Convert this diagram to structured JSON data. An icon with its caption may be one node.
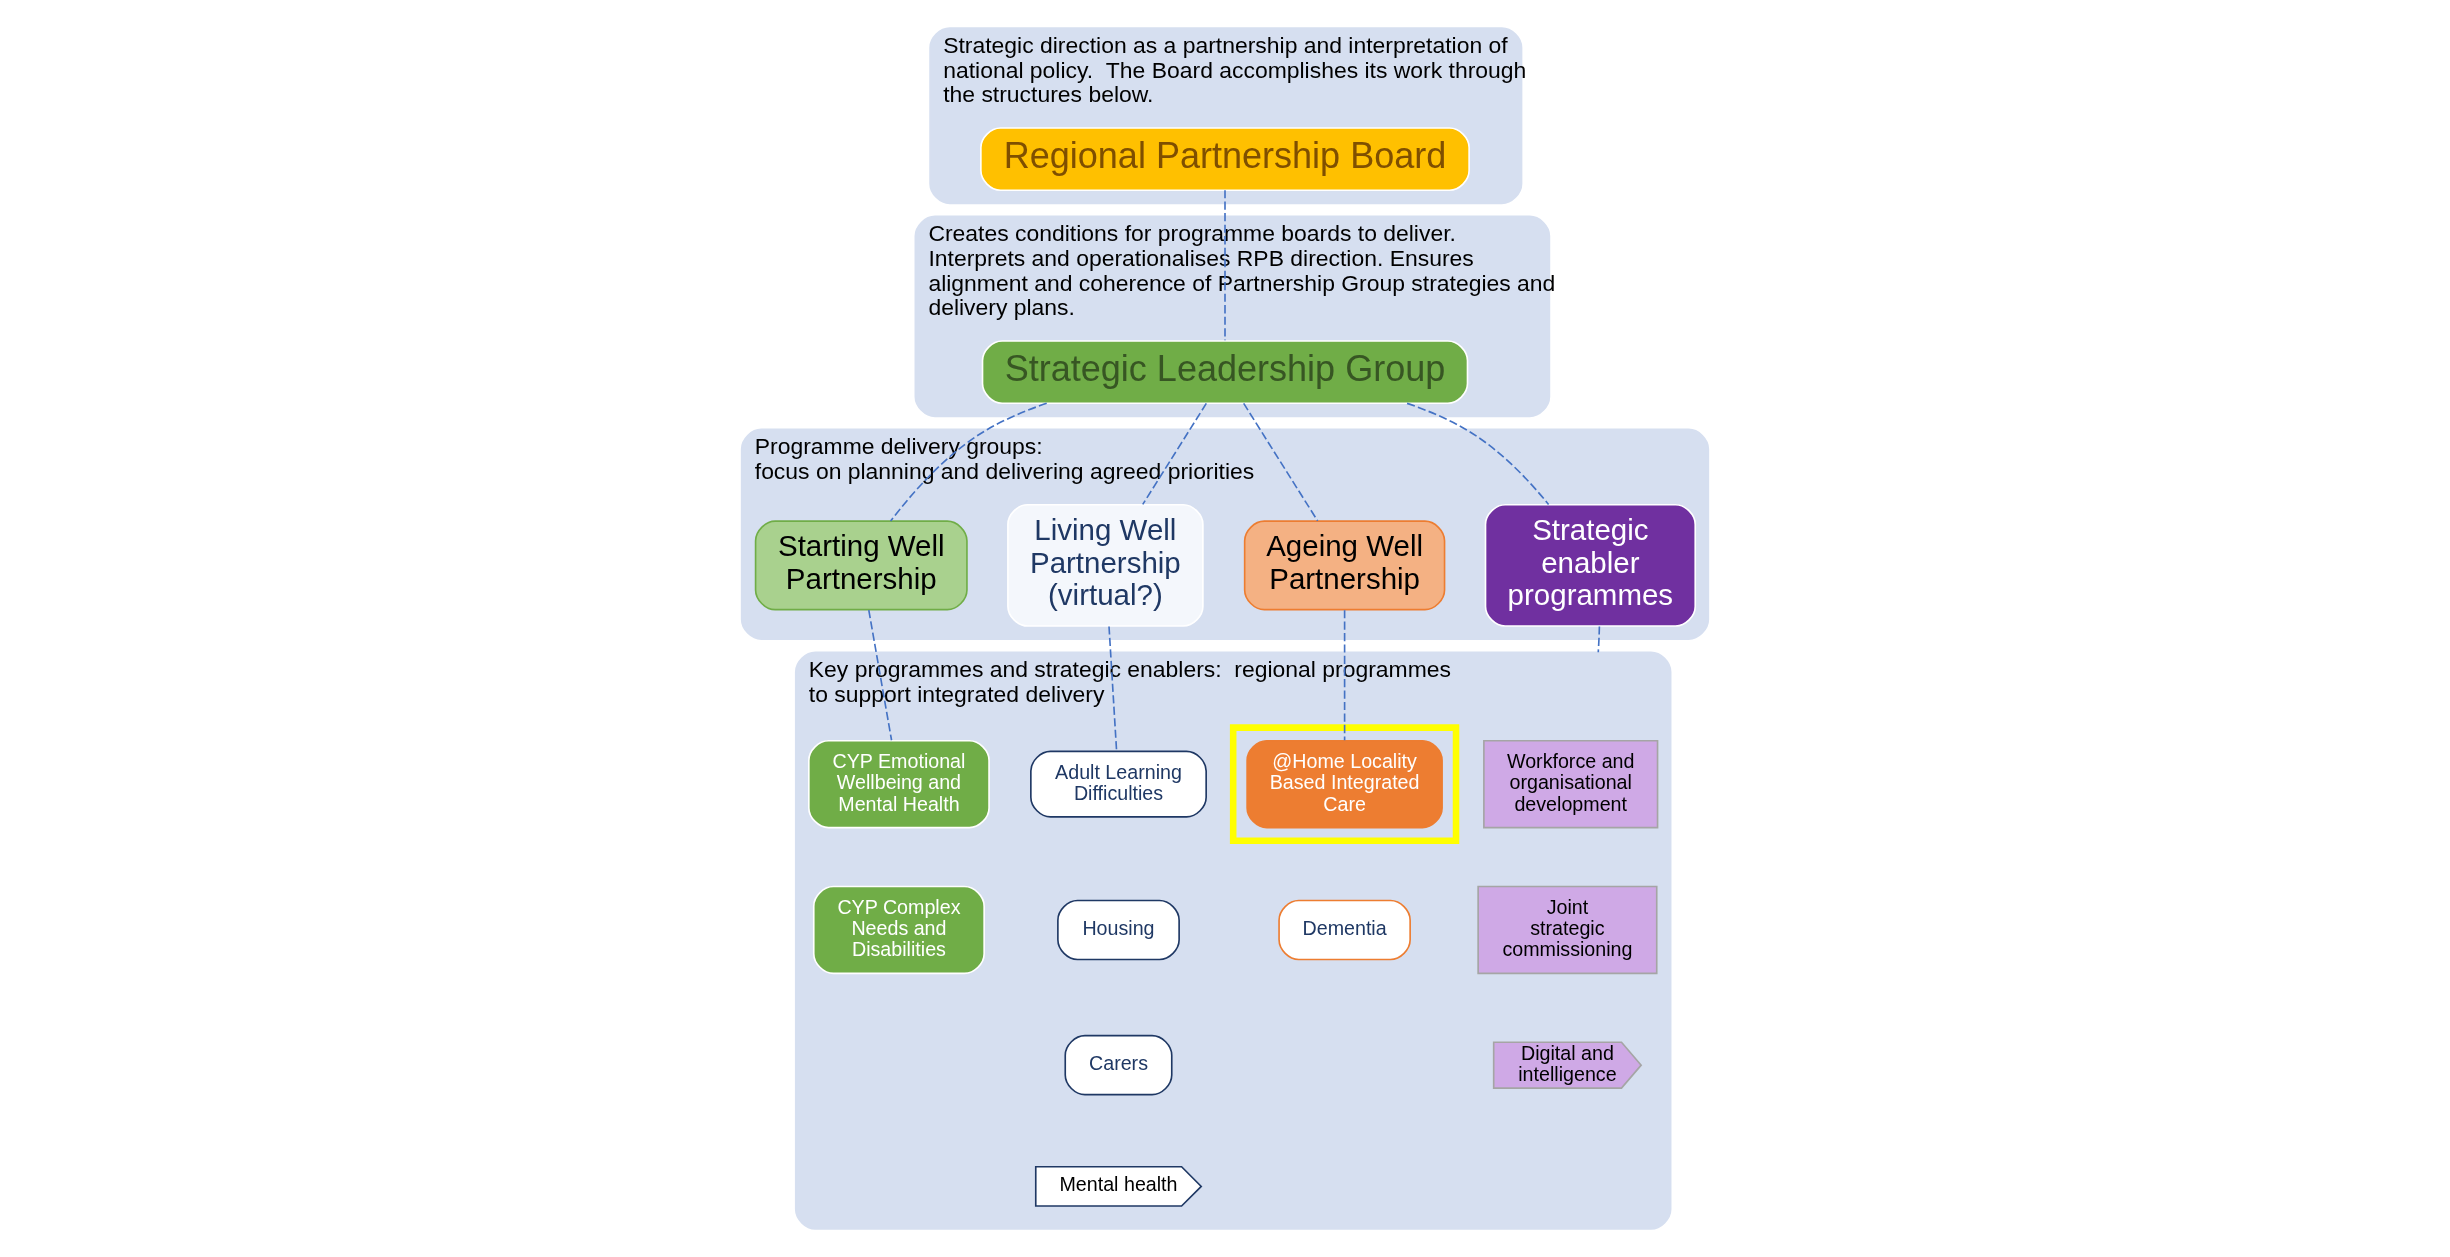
{
  "diagram": {
    "nodes": [
      {
        "text": [
          "Strategic direction as a partnership and interpretation of national policy.  The Board accomplishes its work through the structures below."
        ]
      },
      {
        "text": [
          "Regional Partnership Board"
        ],
        "in": 0
      },
      {
        "text": [
          "Creates conditions for programme boards to deliver. Interprets and operationalises RPB direction. Ensures alignment and coherence of Partnership Group strategies and delivery plans."
        ]
      },
      {
        "text": [
          "Strategic Leadership Group"
        ],
        "in": 2
      },
      {
        "text": [
          "Programme delivery groups:",
          "focus on planning and delivering agreed priorities"
        ]
      },
      {
        "text": [
          "Starting Well Partnership"
        ],
        "in": 4
      },
      {
        "text": [
          "Living Well Partnership",
          "(virtual?)"
        ],
        "in": 4
      },
      {
        "text": [
          "Ageing Well Partnership"
        ],
        "in": 4
      },
      {
        "text": [
          "Strategic enabler programmes"
        ],
        "in": 4
      },
      {
        "text": [
          "Key programmes and strategic enablers:  regional programmes to support integrated delivery"
        ]
      },
      {
        "text": [
          "CYP Emotional Wellbeing and Mental Health"
        ],
        "in": 9
      },
      {
        "text": [
          "CYP Complex Needs and Disabilities"
        ],
        "in": 9
      },
      {
        "text": [
          "Adult Learning Difficulties"
        ],
        "in": 9
      },
      {
        "text": [
          "Housing"
        ],
        "in": 9
      },
      {
        "text": [
          "Carers"
        ],
        "in": 9
      },
      {
        "text": [
          "Mental health"
        ],
        "in": 9
      },
      {
        "text": [],
        "shape": "box",
        "in": 9
      },
      {
        "text": [
          "@Home Locality Based Integrated Care"
        ],
        "in": 16
      },
      {
        "text": [
          "Dementia"
        ],
        "in": 9
      },
      {
        "text": [
          "Workforce and organisational development"
        ],
        "in": 9
      },
      {
        "text": [
          "Joint strategic commissioning"
        ],
        "in": 9
      },
      {
        "text": [
          "Digital and intelligence"
        ],
        "in": 9
      }
    ],
    "edges": [
      {
        "from": 1,
        "to": 3,
        "arrow": "none",
        "style": "dashed"
      },
      {
        "from": 3,
        "to": 5,
        "arrow": "none",
        "style": "dashed"
      },
      {
        "from": 3,
        "to": 6,
        "arrow": "none",
        "style": "dashed"
      },
      {
        "from": 3,
        "to": 7,
        "arrow": "none",
        "style": "dashed"
      },
      {
        "from": 3,
        "to": 8,
        "arrow": "none",
        "style": "dashed"
      },
      {
        "from": 5,
        "to": 10,
        "arrow": "none",
        "style": "dashed"
      },
      {
        "from": 6,
        "to": 12,
        "arrow": "none",
        "style": "dashed"
      },
      {
        "from": 7,
        "to": 17,
        "arrow": "none",
        "style": "dashed"
      },
      {
        "from": 8,
        "to": 9,
        "arrow": "none",
        "style": "dashed"
      }
    ]
  }
}
